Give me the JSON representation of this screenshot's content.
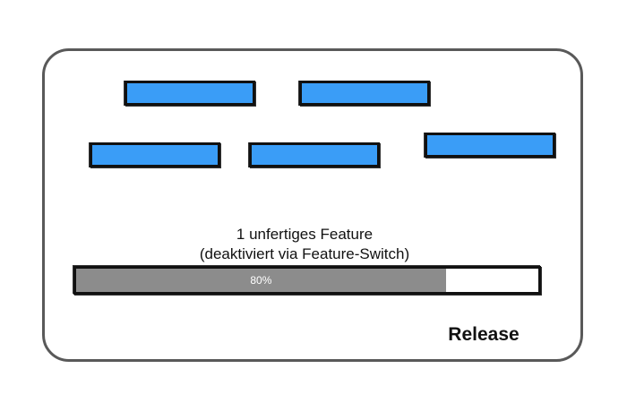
{
  "caption": {
    "line1": "1 unfertiges Feature",
    "line2": "(deaktiviert via Feature-Switch)"
  },
  "progress": {
    "value": 0.8,
    "label": "80%"
  },
  "release_label": "Release",
  "colors": {
    "feature": "#3a9df7",
    "progress_fill": "#8c8c8c",
    "frame": "#595959",
    "outline": "#111111"
  },
  "features": [
    {
      "id": "feature-1"
    },
    {
      "id": "feature-2"
    },
    {
      "id": "feature-3"
    },
    {
      "id": "feature-4"
    },
    {
      "id": "feature-5"
    }
  ]
}
